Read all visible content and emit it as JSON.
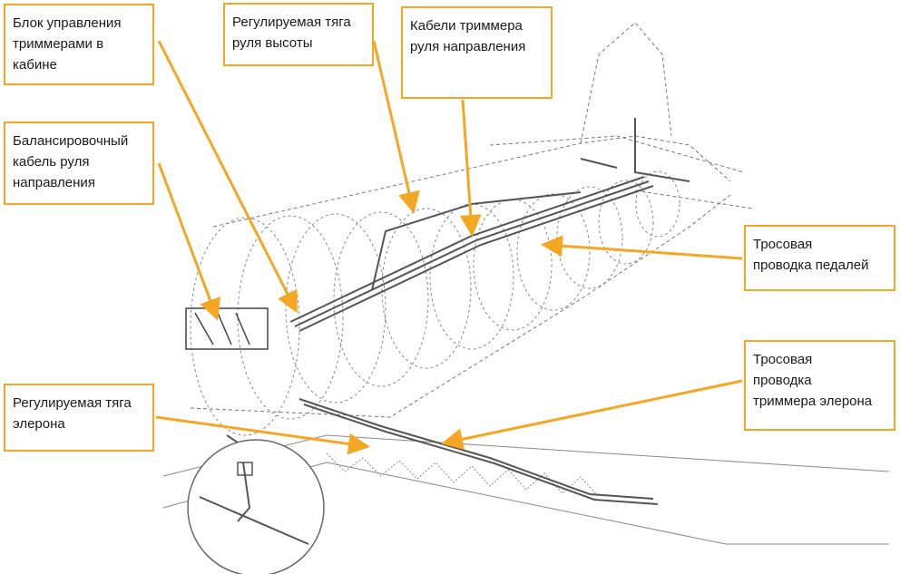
{
  "diagram": {
    "accent_color": "#f5a623",
    "line_color": "#555555",
    "callouts": {
      "cockpit_trim_unit": {
        "lines": [
          "Блок управления",
          "триммерами в",
          "кабине"
        ]
      },
      "elevator_rod": {
        "lines": [
          "Регулируемая тяга",
          "руля высоты"
        ]
      },
      "rudder_trim_cables": {
        "lines": [
          "Кабели триммера",
          "руля направления"
        ]
      },
      "rudder_balance_cable": {
        "lines": [
          "Балансировочный",
          "кабель руля",
          "направления"
        ]
      },
      "pedal_cables": {
        "lines": [
          "Тросовая",
          "проводка педалей"
        ]
      },
      "aileron_trim_cables": {
        "lines": [
          "Тросовая",
          "проводка",
          "триммера элерона"
        ]
      },
      "aileron_rod": {
        "lines": [
          "Регулируемая тяга",
          "элерона"
        ]
      }
    }
  }
}
